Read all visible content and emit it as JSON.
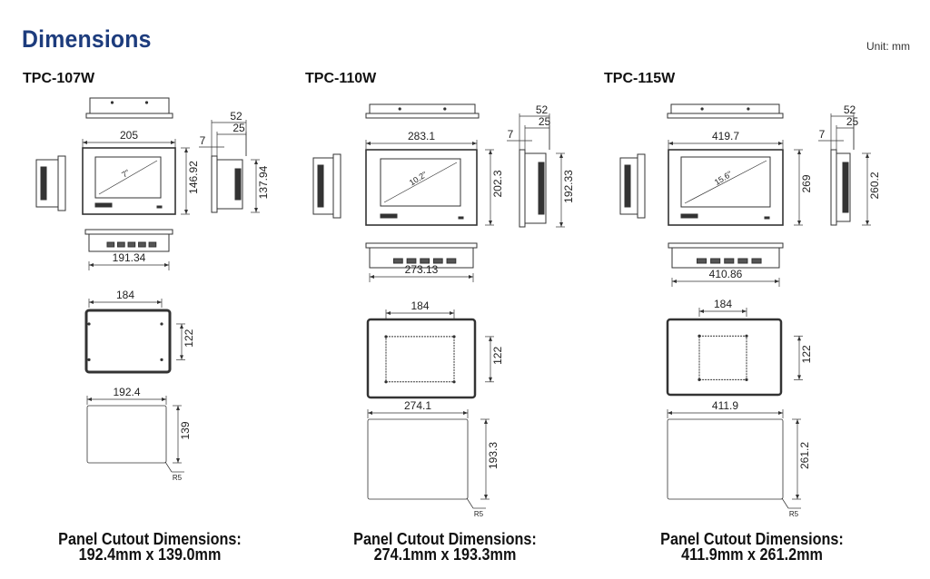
{
  "title": "Dimensions",
  "unit": "Unit: mm",
  "models": [
    {
      "name": "TPC-107W",
      "diagonal": "7\"",
      "width": "205",
      "height": "146.92",
      "depth_total": "52",
      "depth_body": "25",
      "bezel": "7",
      "side_height": "137.94",
      "bottom_width": "191.34",
      "rear_width": "184",
      "rear_height": "122",
      "cutout_width": "192.4",
      "cutout_height": "139",
      "radius": "R5",
      "caption_title": "Panel Cutout Dimensions:",
      "caption_value": "192.4mm x 139.0mm"
    },
    {
      "name": "TPC-110W",
      "diagonal": "10.2\"",
      "width": "283.1",
      "height": "202.3",
      "depth_total": "52",
      "depth_body": "25",
      "bezel": "7",
      "side_height": "192.33",
      "bottom_width": "273.13",
      "rear_width": "184",
      "rear_height": "122",
      "cutout_width": "274.1",
      "cutout_height": "193.3",
      "radius": "R5",
      "caption_title": "Panel Cutout Dimensions:",
      "caption_value": "274.1mm x 193.3mm"
    },
    {
      "name": "TPC-115W",
      "diagonal": "15.6\"",
      "width": "419.7",
      "height": "269",
      "depth_total": "52",
      "depth_body": "25",
      "bezel": "7",
      "side_height": "260.2",
      "bottom_width": "410.86",
      "rear_width": "184",
      "rear_height": "122",
      "cutout_width": "411.9",
      "cutout_height": "261.2",
      "radius": "R5",
      "caption_title": "Panel Cutout Dimensions:",
      "caption_value": "411.9mm x 261.2mm"
    }
  ]
}
